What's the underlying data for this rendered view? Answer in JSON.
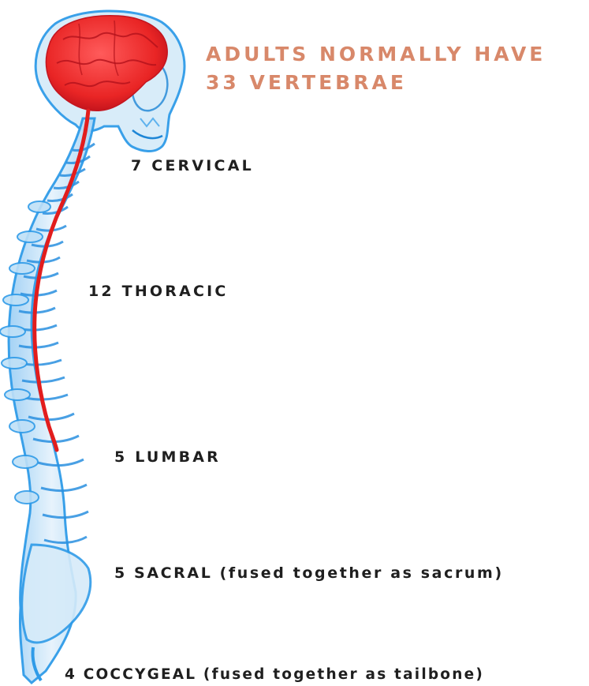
{
  "headline": {
    "line1": "ADULTS NORMALLY HAVE",
    "line2": "33 VERTEBRAE"
  },
  "regions": [
    {
      "count": "7",
      "name": "CERVICAL",
      "label": "7 CERVICAL"
    },
    {
      "count": "12",
      "name": "THORACIC",
      "label": "12 THORACIC"
    },
    {
      "count": "5",
      "name": "LUMBAR",
      "label": "5 LUMBAR"
    },
    {
      "count": "5",
      "name": "SACRAL",
      "label": "5 SACRAL (fused together as sacrum)"
    },
    {
      "count": "4",
      "name": "COCCYGEAL",
      "label": "4 COCCYGEAL (fused together as tailbone)"
    }
  ],
  "colors": {
    "headline": "#d8886a",
    "label": "#1f1f1f",
    "bone_blue": "#2f9be8",
    "bone_fill": "#cfe7f8",
    "brain_red": "#ec2a2a",
    "cord_red": "#e21d1d",
    "background": "#ffffff"
  },
  "icons": [
    "brain-icon",
    "skull-icon",
    "spine-icon",
    "spinal-cord-icon"
  ]
}
